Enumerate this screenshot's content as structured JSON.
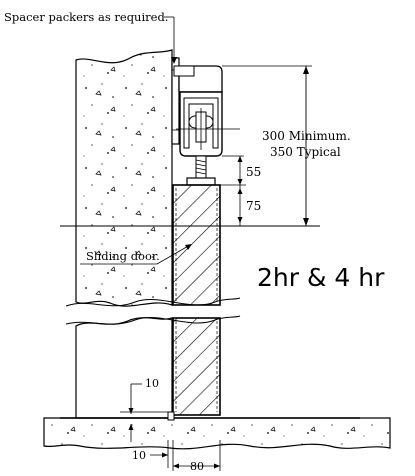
{
  "labels": {
    "spacer": "Spacer packers as required.",
    "dim_height_min": "300 Minimum.",
    "dim_height_typ": "350 Typical",
    "dim_55": "55",
    "dim_75": "75",
    "door": "Sliding door.",
    "rating": "2hr & 4 hr",
    "dim_gap_top": "10",
    "dim_gap_left": "10",
    "dim_80": "80"
  }
}
